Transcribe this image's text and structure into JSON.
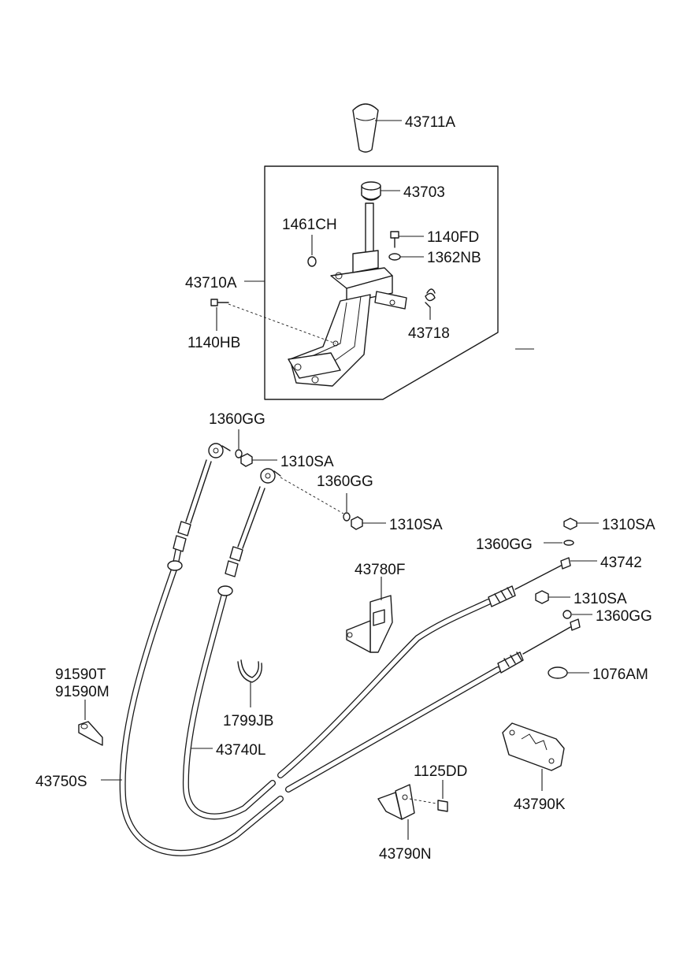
{
  "diagram": {
    "labels": {
      "p43711A": "43711A",
      "p43703": "43703",
      "p1461CH": "1461CH",
      "p1140FD": "1140FD",
      "p1362NB": "1362NB",
      "p43710A": "43710A",
      "p43718": "43718",
      "p1140HB": "1140HB",
      "p1360GG_a": "1360GG",
      "p1310SA_a": "1310SA",
      "p1360GG_b": "1360GG",
      "p1310SA_b": "1310SA",
      "p1310SA_c": "1310SA",
      "p1360GG_c": "1360GG",
      "p43742": "43742",
      "p43780F": "43780F",
      "p1310SA_d": "1310SA",
      "p1360GG_d": "1360GG",
      "p91590T": "91590T",
      "p91590M": "91590M",
      "p1076AM": "1076AM",
      "p1799JB": "1799JB",
      "p43740L": "43740L",
      "p1125DD": "1125DD",
      "p43790K": "43790K",
      "p43750S": "43750S",
      "p43790N": "43790N"
    }
  }
}
